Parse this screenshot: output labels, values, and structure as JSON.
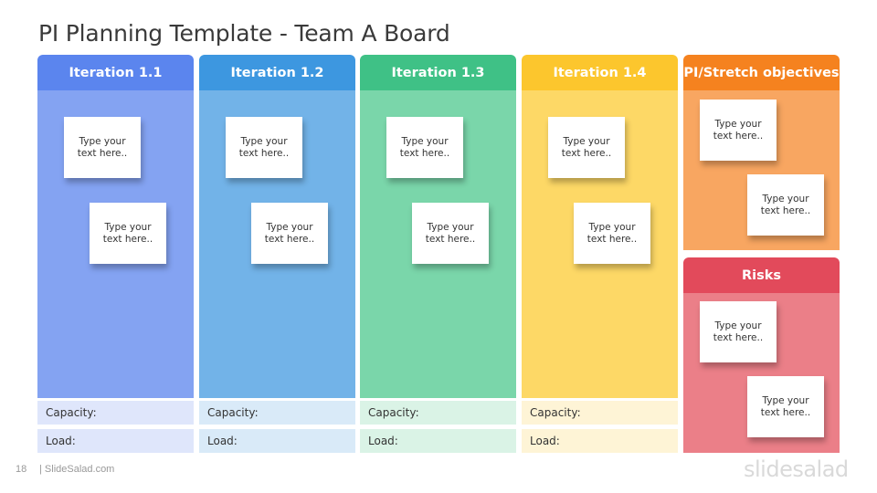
{
  "title": "PI Planning Template - Team A Board",
  "note_text": "Type your\ntext here..",
  "iterations": [
    {
      "label": "Iteration 1.1",
      "head_color": "#5b85ee",
      "body_color": "#84a3f2",
      "field_color": "#dfe6fb"
    },
    {
      "label": "Iteration 1.2",
      "head_color": "#3d97e0",
      "body_color": "#72b3e8",
      "field_color": "#d9eaf8"
    },
    {
      "label": "Iteration 1.3",
      "head_color": "#3fc186",
      "body_color": "#7ad6aa",
      "field_color": "#daf3e6"
    },
    {
      "label": "Iteration 1.4",
      "head_color": "#fcc62d",
      "body_color": "#fdd866",
      "field_color": "#fef4d6"
    }
  ],
  "capacity_label": "Capacity:",
  "load_label": "Load:",
  "objectives": {
    "label": "PI/Stretch objectives",
    "head_color": "#f5821f",
    "body_color": "#f8a661"
  },
  "risks": {
    "label": "Risks",
    "head_color": "#e24a5b",
    "body_color": "#eb7f88"
  },
  "footer": {
    "page_number": "18",
    "site": "| SlideSalad.com",
    "brand": "slidesalad"
  }
}
